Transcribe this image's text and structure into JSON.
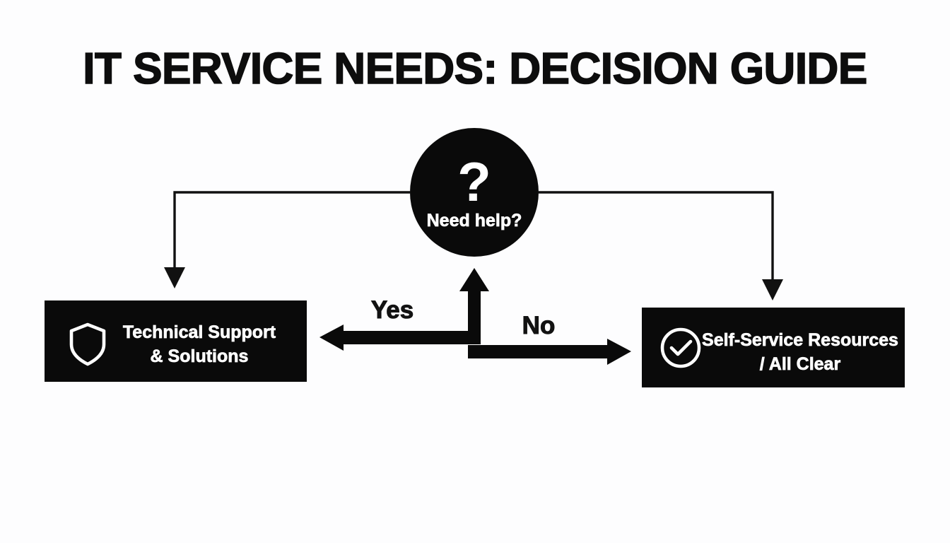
{
  "page": {
    "title": "IT SERVICE NEEDS: DECISION GUIDE",
    "background_color": "#fdfdfe",
    "ink_color": "#0a0a0a",
    "node_text_color": "#ffffff"
  },
  "decision": {
    "glyph": "?",
    "label": "Need help?",
    "icon": "question-mark-icon"
  },
  "branches": {
    "yes_label": "Yes",
    "no_label": "No"
  },
  "outcomes": {
    "left": {
      "icon": "shield-icon",
      "line1": "Technical Support",
      "line2": "& Solutions"
    },
    "right": {
      "icon": "check-circle-icon",
      "line1": "Self-Service Resources",
      "line2": "/ All Clear"
    }
  }
}
